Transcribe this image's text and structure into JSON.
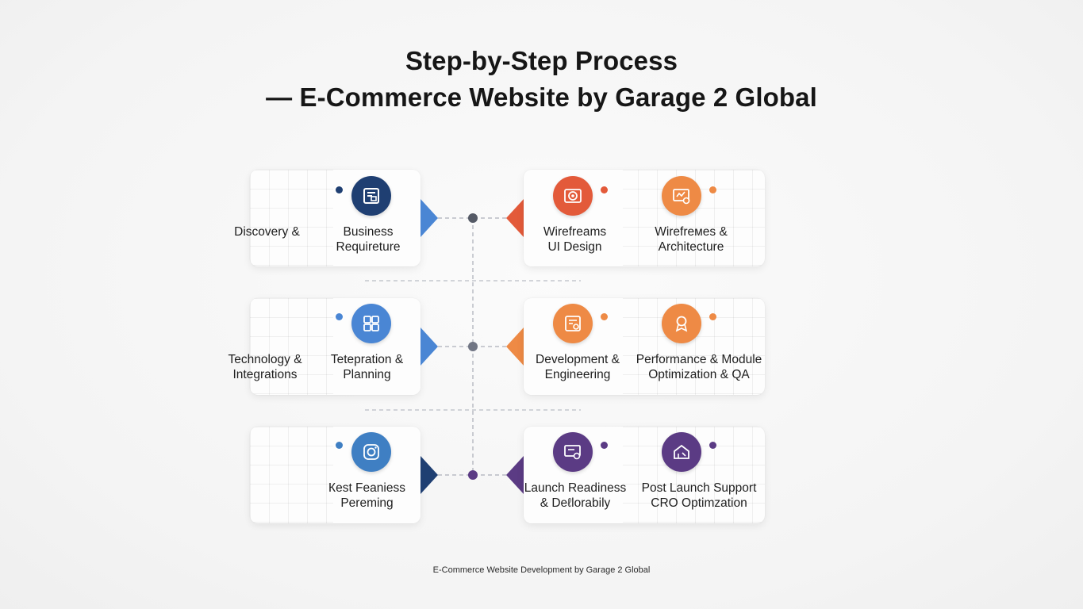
{
  "title": {
    "line1": "Step-by-Step Process",
    "line2": "— E-Commerce Website by Garage 2 Global"
  },
  "colors": {
    "navy": "#1f3f72",
    "blue": "#4a86d4",
    "steel_blue": "#3f7fc3",
    "red_orange": "#e35a3a",
    "orange": "#ee8a45",
    "purple": "#5b3b84",
    "connector": "#555a66"
  },
  "rows": [
    {
      "left": {
        "outer_label": "Discovery &",
        "step_label": "Business\nRequireture",
        "icon": "document-icon"
      },
      "right": [
        {
          "label": "Wirefreams\nUI Design",
          "icon": "target-icon"
        },
        {
          "label": "Wirefreмes &\nArchitecture",
          "icon": "blueprint-icon"
        }
      ]
    },
    {
      "left": {
        "outer_label": "Technology &\nIntegrations",
        "step_label": "Teteрration &\nPlanning",
        "icon": "puzzle-icon"
      },
      "right": [
        {
          "label": "Development &\nEngineering",
          "icon": "code-window-icon"
        },
        {
          "label": "Performance & Module\nOptimization & QA",
          "icon": "award-icon"
        }
      ]
    },
    {
      "left": {
        "outer_label": "",
        "step_label": "Кest Feaniess\nPereming",
        "icon": "camera-icon"
      },
      "right": [
        {
          "label": "Launch Readiness\n& Deℓlorabily",
          "icon": "monitor-icon"
        },
        {
          "label": "Post Launch Support\nCRO Optimzation",
          "icon": "house-icon"
        }
      ]
    }
  ],
  "footer": "E-Commerce Website Development by Garage 2 Global"
}
